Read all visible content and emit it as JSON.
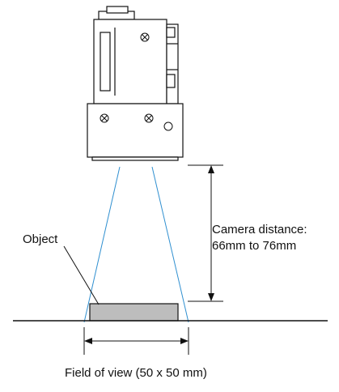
{
  "labels": {
    "camera_distance_line1": "Camera distance:",
    "camera_distance_line2": "66mm to 76mm",
    "object": "Object",
    "field_of_view": "Field of view (50 x 50 mm)"
  },
  "colors": {
    "outline": "#111111",
    "cone": "#2f8fd0",
    "object_fill": "#bdbdbd",
    "background": "#ffffff"
  }
}
